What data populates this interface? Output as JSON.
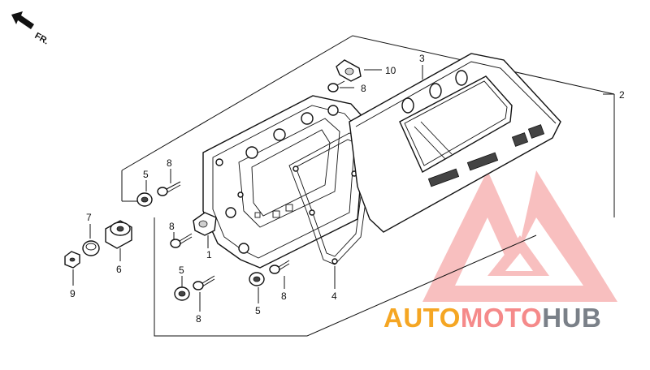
{
  "direction_label": "FR.",
  "callouts": {
    "c1": "1",
    "c2": "2",
    "c3": "3",
    "c4": "4",
    "c5a": "5",
    "c5b": "5",
    "c5c": "5",
    "c6": "6",
    "c7": "7",
    "c8a": "8",
    "c8b": "8",
    "c8c": "8",
    "c8d": "8",
    "c8e": "8",
    "c9": "9",
    "c10": "10"
  },
  "watermark": {
    "part1": "AUTO",
    "part2": "MOTO",
    "part3": "HUB"
  },
  "colors": {
    "watermark_orange": "#f5a623",
    "watermark_red": "#f58a8a",
    "watermark_gray": "#7a8088"
  }
}
